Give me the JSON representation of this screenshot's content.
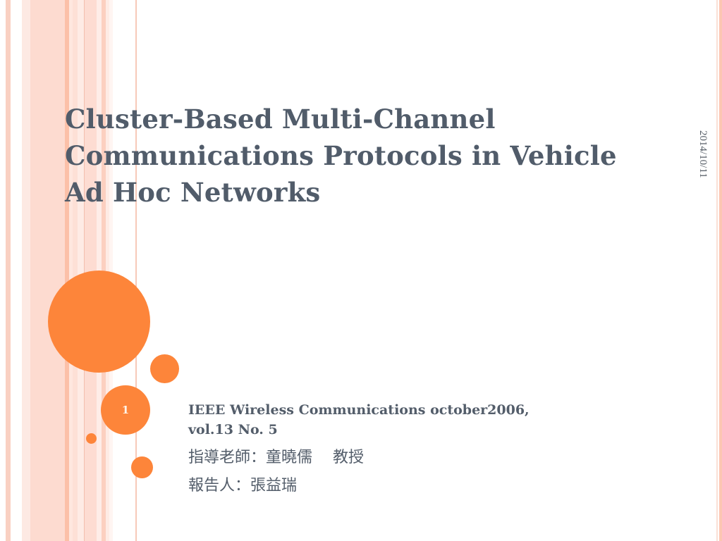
{
  "slide": {
    "title_lines": [
      "Cluster-Based Multi-Channel",
      "Communications Protocols in Vehicle",
      "Ad Hoc Networks"
    ],
    "date": "2014/10/11",
    "slide_number": "1",
    "subtitle": {
      "source_lines": [
        "IEEE Wireless Communications october2006,",
        "vol.13 No. 5"
      ],
      "advisor": "指導老師：童曉儒　 教授",
      "presenter": "報告人：張益瑞"
    }
  },
  "theme": {
    "accent": "#fd853a",
    "title_color": "#515c6a",
    "stripe_main": "#fddbd0",
    "stripe_dark": "#fcc0a8",
    "stripe_line": "#f7c9b9"
  }
}
